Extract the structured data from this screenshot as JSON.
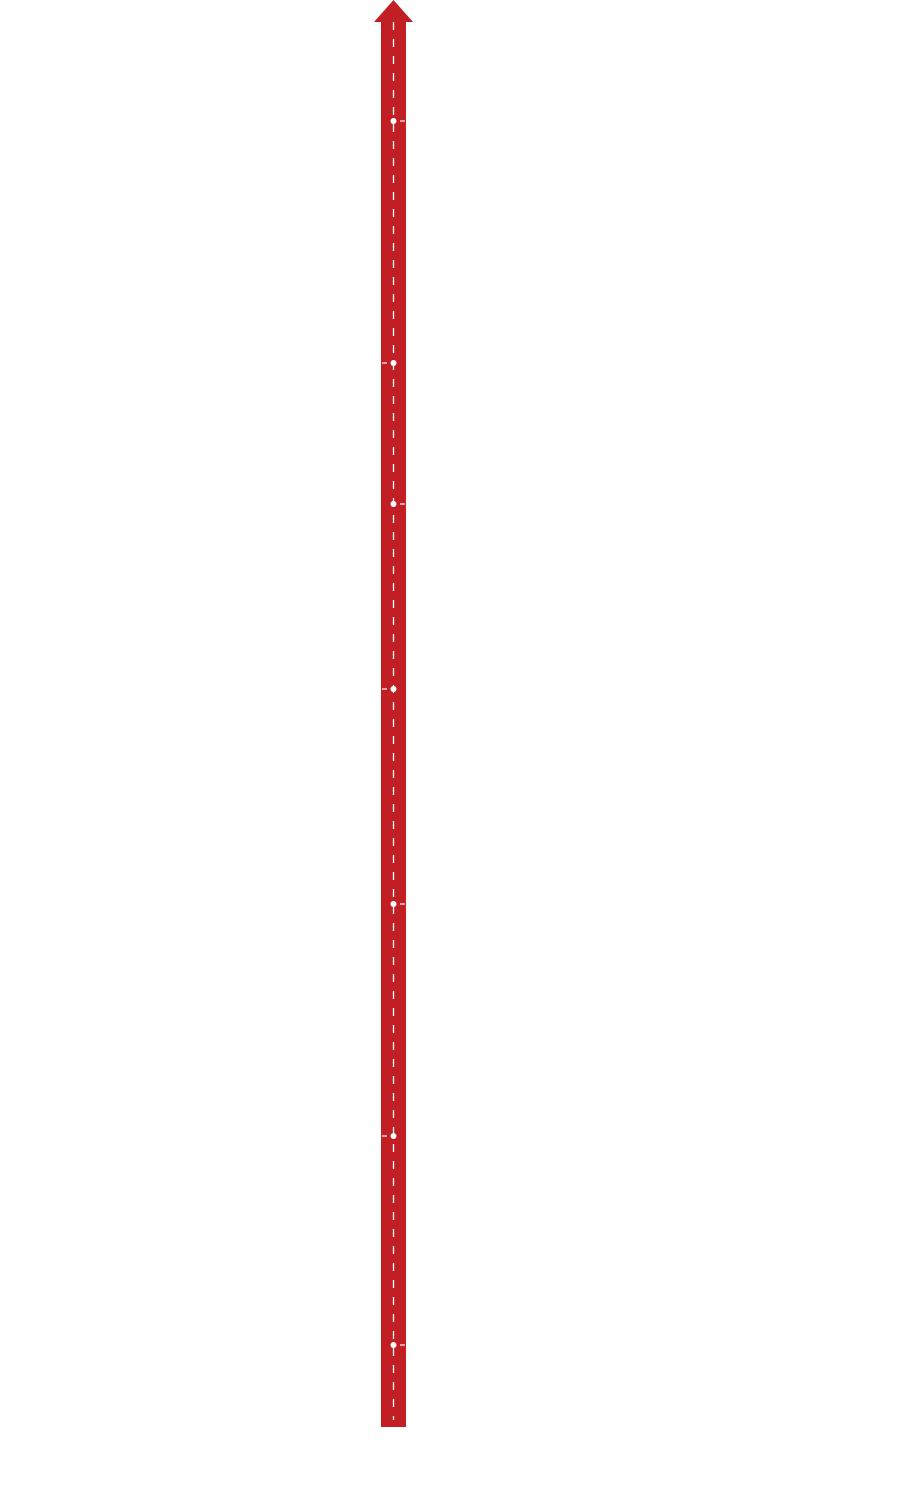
{
  "colors": {
    "road": "#c11f24",
    "centerline": "#ffffff",
    "marker": "#ffffff",
    "background": "#ffffff"
  },
  "timeline": {
    "orientation": "vertical",
    "direction": "up",
    "milestones": [
      {
        "id": "m1",
        "side": "right"
      },
      {
        "id": "m2",
        "side": "left"
      },
      {
        "id": "m3",
        "side": "right"
      },
      {
        "id": "m4",
        "side": "left"
      },
      {
        "id": "m5",
        "side": "right"
      },
      {
        "id": "m6",
        "side": "left"
      },
      {
        "id": "m7",
        "side": "right"
      }
    ]
  }
}
